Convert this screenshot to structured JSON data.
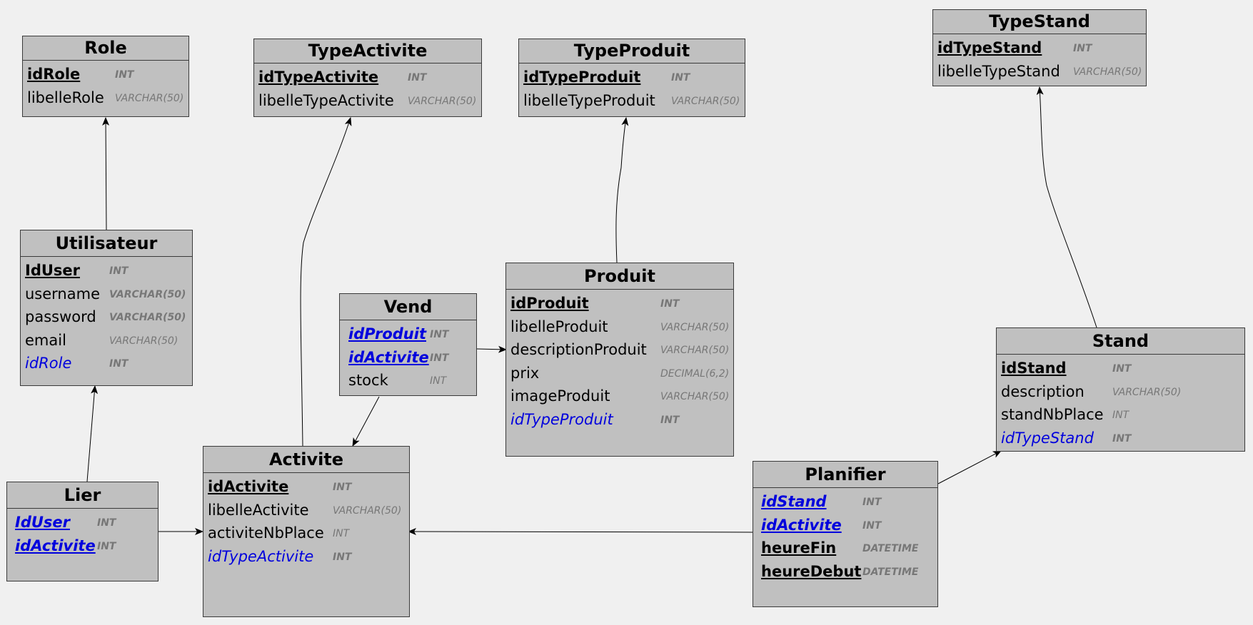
{
  "entities": {
    "role": {
      "title": "Role",
      "fields": [
        {
          "name": "idRole",
          "type": "INT"
        },
        {
          "name": "libelleRole",
          "type": "VARCHAR(50)"
        }
      ]
    },
    "typeactivite": {
      "title": "TypeActivite",
      "fields": [
        {
          "name": "idTypeActivite",
          "type": "INT"
        },
        {
          "name": "libelleTypeActivite",
          "type": "VARCHAR(50)"
        }
      ]
    },
    "typeproduit": {
      "title": "TypeProduit",
      "fields": [
        {
          "name": "idTypeProduit",
          "type": "INT"
        },
        {
          "name": "libelleTypeProduit",
          "type": "VARCHAR(50)"
        }
      ]
    },
    "typestand": {
      "title": "TypeStand",
      "fields": [
        {
          "name": "idTypeStand",
          "type": "INT"
        },
        {
          "name": "libelleTypeStand",
          "type": "VARCHAR(50)"
        }
      ]
    },
    "utilisateur": {
      "title": "Utilisateur",
      "fields": [
        {
          "name": "IdUser",
          "type": "INT"
        },
        {
          "name": "username",
          "type": "VARCHAR(50)"
        },
        {
          "name": "password",
          "type": "VARCHAR(50)"
        },
        {
          "name": "email",
          "type": "VARCHAR(50)"
        },
        {
          "name": "idRole",
          "type": "INT"
        }
      ]
    },
    "vend": {
      "title": "Vend",
      "fields": [
        {
          "name": "idProduit",
          "type": "INT"
        },
        {
          "name": "idActivite",
          "type": "INT"
        },
        {
          "name": "stock",
          "type": "INT"
        }
      ]
    },
    "produit": {
      "title": "Produit",
      "fields": [
        {
          "name": "idProduit",
          "type": "INT"
        },
        {
          "name": "libelleProduit",
          "type": "VARCHAR(50)"
        },
        {
          "name": "descriptionProduit",
          "type": "VARCHAR(50)"
        },
        {
          "name": "prix",
          "type": "DECIMAL(6,2)"
        },
        {
          "name": "imageProduit",
          "type": "VARCHAR(50)"
        },
        {
          "name": "idTypeProduit",
          "type": "INT"
        }
      ]
    },
    "stand": {
      "title": "Stand",
      "fields": [
        {
          "name": "idStand",
          "type": "INT"
        },
        {
          "name": "description",
          "type": "VARCHAR(50)"
        },
        {
          "name": "standNbPlace",
          "type": "INT"
        },
        {
          "name": "idTypeStand",
          "type": "INT"
        }
      ]
    },
    "lier": {
      "title": "Lier",
      "fields": [
        {
          "name": "IdUser",
          "type": "INT"
        },
        {
          "name": "idActivite",
          "type": "INT"
        }
      ]
    },
    "activite": {
      "title": "Activite",
      "fields": [
        {
          "name": "idActivite",
          "type": "INT"
        },
        {
          "name": "libelleActivite",
          "type": "VARCHAR(50)"
        },
        {
          "name": "activiteNbPlace",
          "type": "INT"
        },
        {
          "name": "idTypeActivite",
          "type": "INT"
        }
      ]
    },
    "planifier": {
      "title": "Planifier",
      "fields": [
        {
          "name": "idStand",
          "type": "INT"
        },
        {
          "name": "idActivite",
          "type": "INT"
        },
        {
          "name": "heureFin",
          "type": "DATETIME"
        },
        {
          "name": "heureDebut",
          "type": "DATETIME"
        }
      ]
    }
  },
  "colors": {
    "background": "#f0f0f0",
    "table_fill": "#c0c0c0",
    "foreign_key": "#0000dd",
    "type_text": "#777777"
  }
}
